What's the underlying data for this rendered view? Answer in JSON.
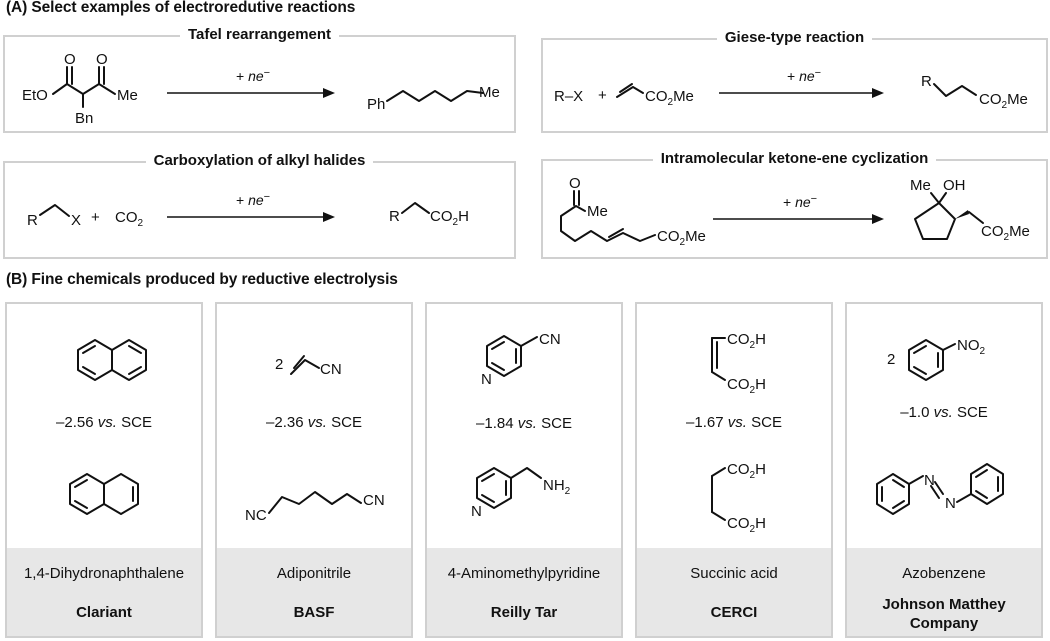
{
  "section_a": {
    "title": "(A) Select examples of electroredutive reactions",
    "tafel": {
      "title": "Tafel rearrangement",
      "arrow_label": "+ ne−",
      "reactant": {
        "o1": "O",
        "o2": "O",
        "eto": "EtO",
        "me": "Me",
        "bn": "Bn"
      },
      "product": {
        "ph": "Ph",
        "me": "Me"
      }
    },
    "giese": {
      "title": "Giese-type reaction",
      "arrow_label": "+ ne−",
      "reactant": {
        "rx": "R–X",
        "plus": "+",
        "co2me": "CO2Me"
      },
      "product": {
        "r": "R",
        "co2me": "CO2Me"
      }
    },
    "carboxylation": {
      "title": "Carboxylation of alkyl halides",
      "arrow_label": "+ ne−",
      "reactant": {
        "r": "R",
        "x": "X",
        "plus": "+",
        "co2": "CO2"
      },
      "product": {
        "r": "R",
        "co2h": "CO2H"
      }
    },
    "cyclization": {
      "title": "Intramolecular ketone-ene cyclization",
      "arrow_label": "+ ne−",
      "reactant": {
        "o": "O",
        "me": "Me",
        "co2me": "CO2Me"
      },
      "product": {
        "me": "Me",
        "oh": "OH",
        "co2me": "CO2Me"
      }
    }
  },
  "section_b": {
    "title": "(B) Fine chemicals produced by reductive electrolysis",
    "cards": [
      {
        "potential": "–2.56 vs. SCE",
        "potential_num": "–2.56",
        "vs": "vs.",
        "sce": "SCE",
        "product": "1,4-Dihydronaphthalene",
        "company": "Clariant",
        "labels": {}
      },
      {
        "potential": "–2.36 vs. SCE",
        "potential_num": "–2.36",
        "vs": "vs.",
        "sce": "SCE",
        "product": "Adiponitrile",
        "company": "BASF",
        "labels": {
          "coef": "2",
          "cn": "CN",
          "nc": "NC",
          "cn2": "CN"
        }
      },
      {
        "potential": "–1.84 vs. SCE",
        "potential_num": "–1.84",
        "vs": "vs.",
        "sce": "SCE",
        "product": "4-Aminomethylpyridine",
        "company": "Reilly Tar",
        "labels": {
          "cn": "CN",
          "n1": "N",
          "n2": "N",
          "nh2": "NH2"
        }
      },
      {
        "potential": "–1.67 vs. SCE",
        "potential_num": "–1.67",
        "vs": "vs.",
        "sce": "SCE",
        "product": "Succinic acid",
        "company": "CERCI",
        "labels": {
          "co2h": "CO2H"
        }
      },
      {
        "potential": "–1.0 vs. SCE",
        "potential_num": "–1.0",
        "vs": "vs.",
        "sce": "SCE",
        "product": "Azobenzene",
        "company": "Johnson Matthey Company",
        "labels": {
          "coef": "2",
          "no2": "NO2",
          "n": "N"
        }
      }
    ]
  }
}
